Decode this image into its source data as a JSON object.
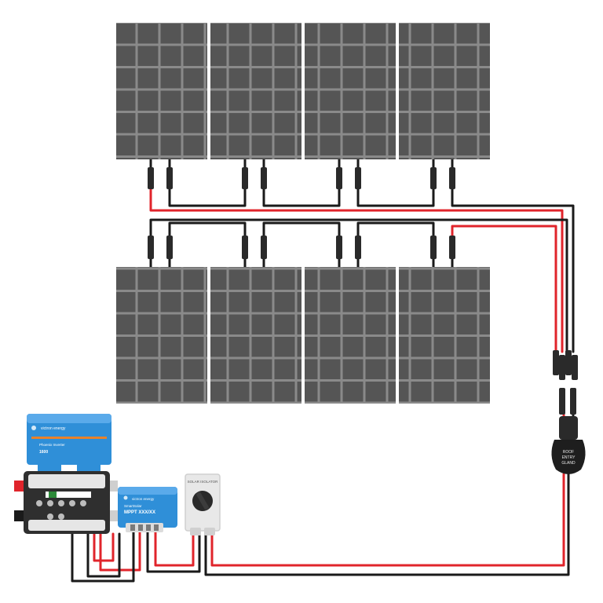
{
  "diagram": {
    "panel_rows": [
      {
        "row": "top",
        "panels": [
          "panel-1",
          "panel-2",
          "panel-3",
          "panel-4"
        ]
      },
      {
        "row": "bottom",
        "panels": [
          "panel-5",
          "panel-6",
          "panel-7",
          "panel-8"
        ]
      }
    ],
    "inverter": {
      "brand": "victron energy",
      "model": "Phoenix Inverter",
      "rating": "1600"
    },
    "charge_controller": {
      "brand": "victron energy",
      "name": "SmartSolar",
      "model": "MPPT XXX/XX"
    },
    "isolator": {
      "label": "SOLAR ISOLATOR"
    },
    "roof_gland": {
      "line1": "ROOF",
      "line2": "ENTRY",
      "line3": "GLAND"
    }
  },
  "colors": {
    "panel_frame": "#8a8a8a",
    "panel_cell": "#555555",
    "wire_positive": "#e0242b",
    "wire_negative": "#1a1a1a",
    "victron_blue": "#2f8fd8",
    "busbar_body": "#3a3a3a",
    "isolator_body": "#e8e8e8",
    "gland_body": "#1e1e1e"
  }
}
